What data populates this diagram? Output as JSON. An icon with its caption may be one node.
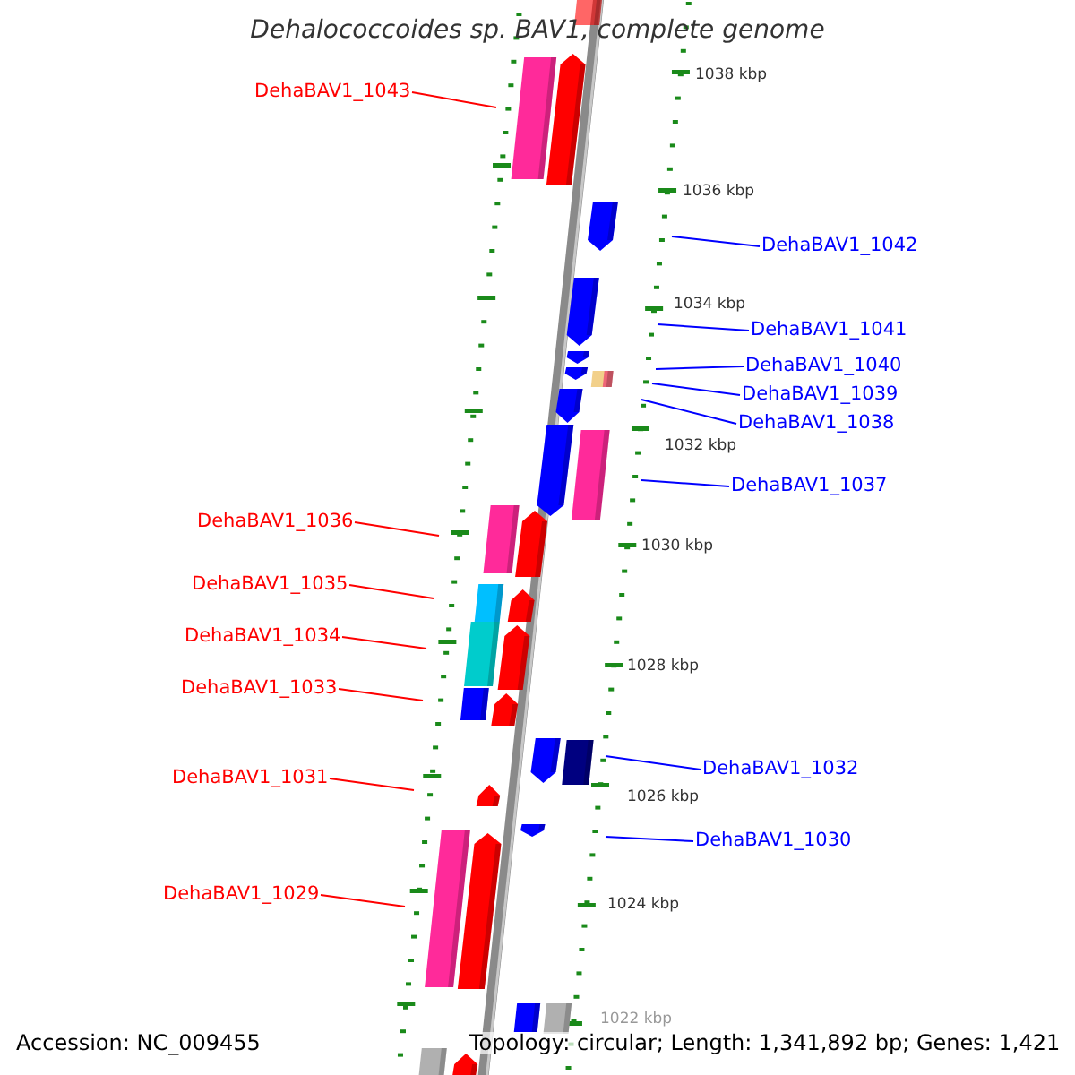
{
  "diagram": {
    "title": "Dehalococcoides sp. BAV1, complete genome",
    "nodes": [
      {
        "text": [
          "DehaBAV1_1043"
        ]
      },
      {
        "text": [
          "DehaBAV1_1042"
        ]
      },
      {
        "text": [
          "DehaBAV1_1041"
        ]
      },
      {
        "text": [
          "DehaBAV1_1040"
        ]
      },
      {
        "text": [
          "DehaBAV1_1039"
        ]
      },
      {
        "text": [
          "DehaBAV1_1038"
        ]
      },
      {
        "text": [
          "DehaBAV1_1037"
        ]
      },
      {
        "text": [
          "DehaBAV1_1036"
        ]
      },
      {
        "text": [
          "DehaBAV1_1035"
        ]
      },
      {
        "text": [
          "DehaBAV1_1034"
        ]
      },
      {
        "text": [
          "DehaBAV1_1033"
        ]
      },
      {
        "text": [
          "DehaBAV1_1031"
        ]
      },
      {
        "text": [
          "DehaBAV1_1032"
        ]
      },
      {
        "text": [
          "DehaBAV1_1030"
        ]
      },
      {
        "text": [
          "DehaBAV1_1029"
        ]
      }
    ],
    "edges": [
      {
        "from": 0,
        "to": null,
        "arrow": "none",
        "color": "#ff0000"
      },
      {
        "from": 1,
        "to": null,
        "arrow": "none"
      },
      {
        "from": 2,
        "to": null,
        "arrow": "none"
      },
      {
        "from": 3,
        "to": null,
        "arrow": "none"
      },
      {
        "from": 4,
        "to": null,
        "arrow": "none"
      },
      {
        "from": 5,
        "to": null,
        "arrow": "none"
      },
      {
        "from": 6,
        "to": null,
        "arrow": "none"
      },
      {
        "from": 7,
        "to": null,
        "arrow": "none",
        "color": "#ff0000"
      },
      {
        "from": 8,
        "to": null,
        "arrow": "none",
        "color": "#ff0000"
      },
      {
        "from": 9,
        "to": null,
        "arrow": "none",
        "color": "#ff0000"
      },
      {
        "from": 10,
        "to": null,
        "arrow": "none",
        "color": "#ff0000"
      },
      {
        "from": 11,
        "to": null,
        "arrow": "none",
        "color": "#ff0000"
      },
      {
        "from": 12,
        "to": null,
        "arrow": "none"
      },
      {
        "from": 13,
        "to": null,
        "arrow": "none"
      },
      {
        "from": 14,
        "to": null,
        "arrow": "none",
        "color": "#ff0000"
      }
    ],
    "labels": [
      "1038 kbp",
      "1036 kbp",
      "1034 kbp",
      "1032 kbp",
      "1030 kbp",
      "1028 kbp",
      "1026 kbp",
      "1024 kbp",
      "1022 kbp",
      "Accession: NC_009455",
      "Topology: circular; Length: 1,341,892 bp; Genes: 1,421"
    ]
  }
}
